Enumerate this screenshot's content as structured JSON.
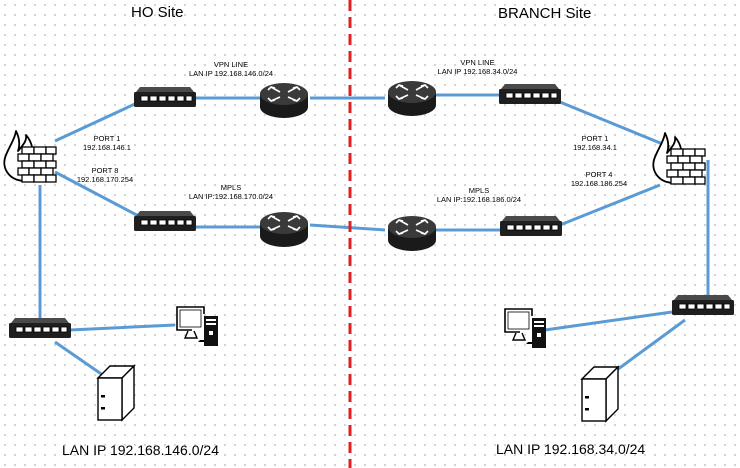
{
  "colors": {
    "link": "#5b9bd5",
    "divider": "#e02020"
  },
  "sites": {
    "ho": "HO Site",
    "branch": "BRANCH Site"
  },
  "ho": {
    "vpn": {
      "title": "VPN LINE",
      "subnet": "LAN IP 192.168.146.0/24"
    },
    "mpls": {
      "title": "MPLS",
      "subnet": "LAN IP:192.168.170.0/24"
    },
    "port1": {
      "name": "PORT 1",
      "ip": "192.168.146.1"
    },
    "port8": {
      "name": "PORT 8",
      "ip": "192.168.170.254"
    },
    "lan": "LAN IP 192.168.146.0/24"
  },
  "branch": {
    "vpn": {
      "title": "VPN LINE",
      "subnet": "LAN IP 192.168.34.0/24"
    },
    "mpls": {
      "title": "MPLS",
      "subnet": "LAN IP:192.168.186.0/24"
    },
    "port1": {
      "name": "PORT 1",
      "ip": "192.168.34.1"
    },
    "port4": {
      "name": "PORT 4",
      "ip": "192.168.186.254"
    },
    "lan": "LAN IP 192.168.34.0/24"
  },
  "icons": [
    "firewall-icon",
    "router-icon",
    "switch-icon",
    "workstation-icon",
    "server-icon"
  ]
}
